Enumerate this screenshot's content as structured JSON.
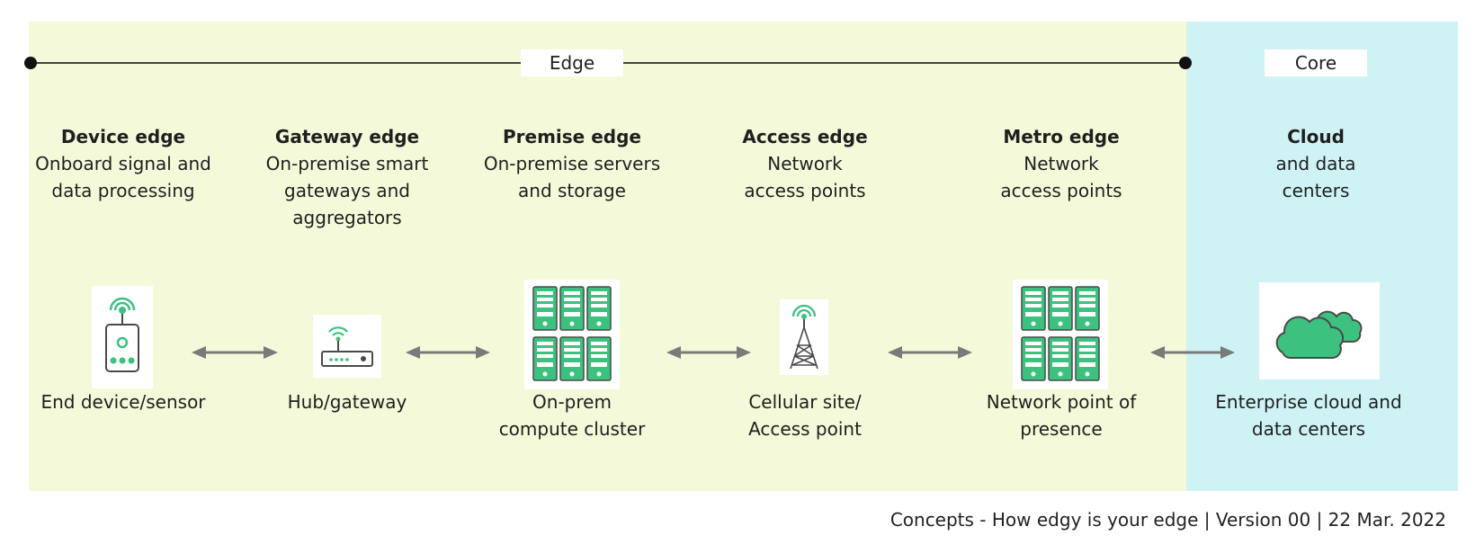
{
  "zones": {
    "edge": "Edge",
    "core": "Core"
  },
  "tiers": [
    {
      "title": "Device edge",
      "desc": "Onboard signal and data processing",
      "caption": "End device/sensor"
    },
    {
      "title": "Gateway edge",
      "desc": "On-premise smart gateways and aggregators",
      "caption": "Hub/gateway"
    },
    {
      "title": "Premise edge",
      "desc": "On-premise servers and storage",
      "caption": "On-prem compute cluster"
    },
    {
      "title": "Access edge",
      "desc": "Network access points",
      "caption": "Cellular site/ Access point"
    },
    {
      "title": "Metro edge",
      "desc": "Network access points",
      "caption": "Network point of presence"
    },
    {
      "title": "Cloud",
      "desc": "and data centers",
      "caption": "Enterprise cloud and data centers"
    }
  ],
  "footer": "Concepts - How edgy is your edge | Version 00 | 22 Mar. 2022",
  "colors": {
    "edge_band": "#f4f9d9",
    "core_band": "#cff3f4",
    "icon_green": "#3cc17f",
    "icon_outline": "#4a4a4a",
    "arrow": "#7a7a7a"
  }
}
